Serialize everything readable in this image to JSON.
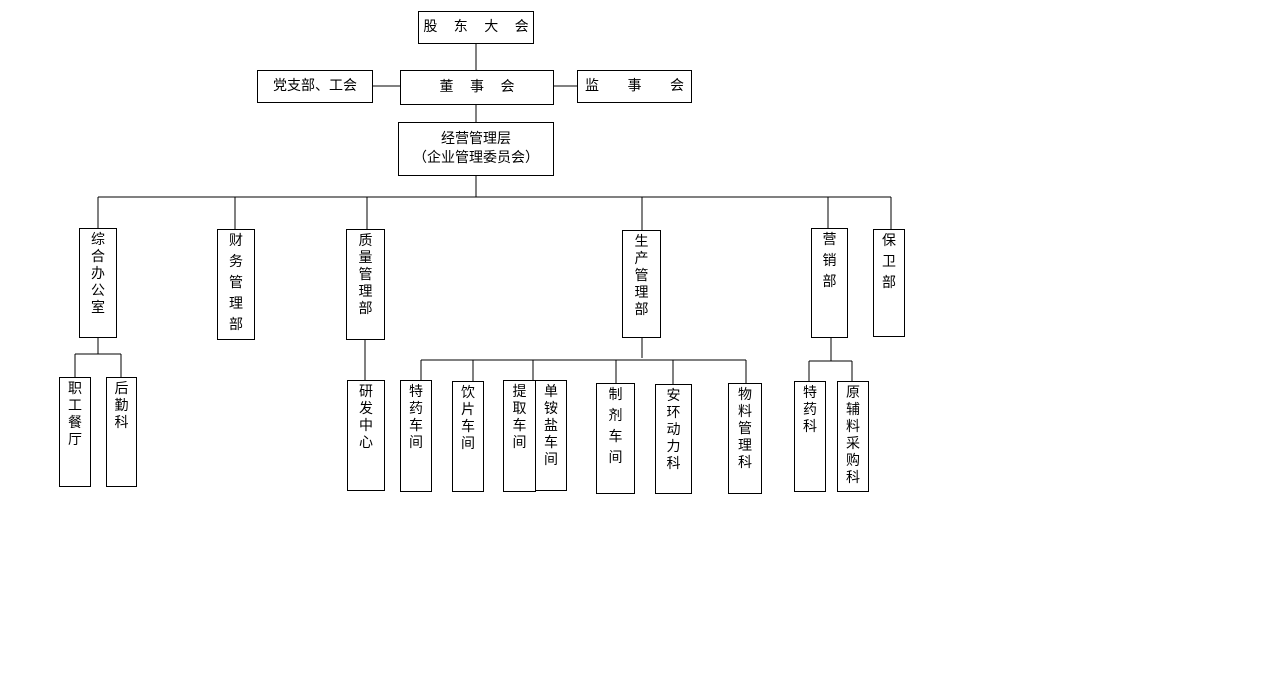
{
  "top": {
    "shareholders": "股 东 大 会",
    "party": "党支部、工会",
    "board": "董 事 会",
    "supervisors": "监 事 会"
  },
  "management": {
    "line1": "经营管理层",
    "line2": "（企业管理委员会）"
  },
  "departments": {
    "office": "综合办公室",
    "finance": "财务管理部",
    "quality": "质量管理部",
    "production": "生产管理部",
    "marketing": "营销部",
    "security": "保卫部"
  },
  "units": {
    "canteen": "职工餐厅",
    "logistics": "后勤科",
    "rnd": "研发中心",
    "special_workshop": "特药车间",
    "decoction_workshop": "饮片车间",
    "extraction_workshop": "提取车间",
    "ammonium_workshop": "单铵盐车间",
    "preparation_workshop": "制剂车间",
    "safety_power": "安环动力科",
    "materials": "物料管理科",
    "special_sales": "特药科",
    "raw_purchase": "原辅料采购科"
  }
}
